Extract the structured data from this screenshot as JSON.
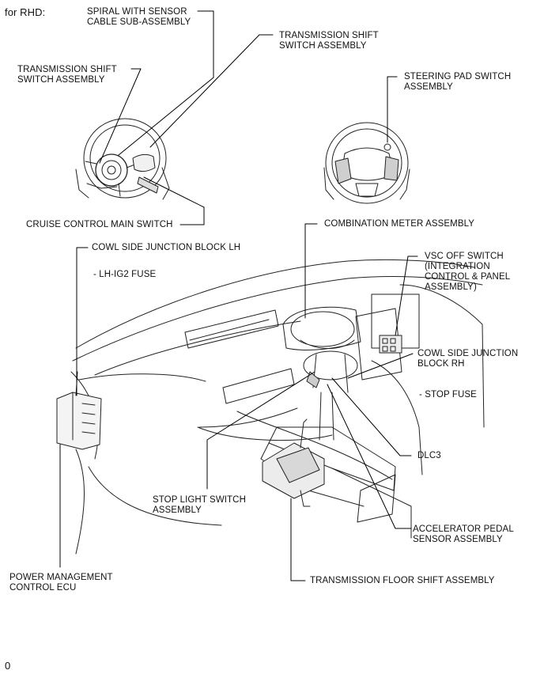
{
  "header": "for RHD:",
  "footer": "0",
  "labels": {
    "spiral_cable": "SPIRAL WITH SENSOR\nCABLE SUB-ASSEMBLY",
    "trans_shift_switch_right": "TRANSMISSION SHIFT\nSWITCH ASSEMBLY",
    "trans_shift_switch_left": "TRANSMISSION SHIFT\nSWITCH ASSEMBLY",
    "steering_pad_switch": "STEERING PAD SWITCH\nASSEMBLY",
    "cruise_control": "CRUISE CONTROL MAIN SWITCH",
    "combination_meter": "COMBINATION METER ASSEMBLY",
    "cowl_lh": "COWL SIDE JUNCTION BLOCK LH",
    "lh_ig2_fuse": "- LH-IG2 FUSE",
    "vsc_off_switch": "VSC OFF SWITCH\n(INTEGRATION\nCONTROL & PANEL\nASSEMBLY)",
    "cowl_rh": "COWL SIDE JUNCTION\nBLOCK RH",
    "stop_fuse": "- STOP FUSE",
    "dlc3": "DLC3",
    "stop_light_switch": "STOP LIGHT SWITCH\nASSEMBLY",
    "accel_pedal": "ACCELERATOR PEDAL\nSENSOR ASSEMBLY",
    "power_mgmt_ecu": "POWER MANAGEMENT\nCONTROL ECU",
    "trans_floor_shift": "TRANSMISSION FLOOR SHIFT ASSEMBLY"
  }
}
